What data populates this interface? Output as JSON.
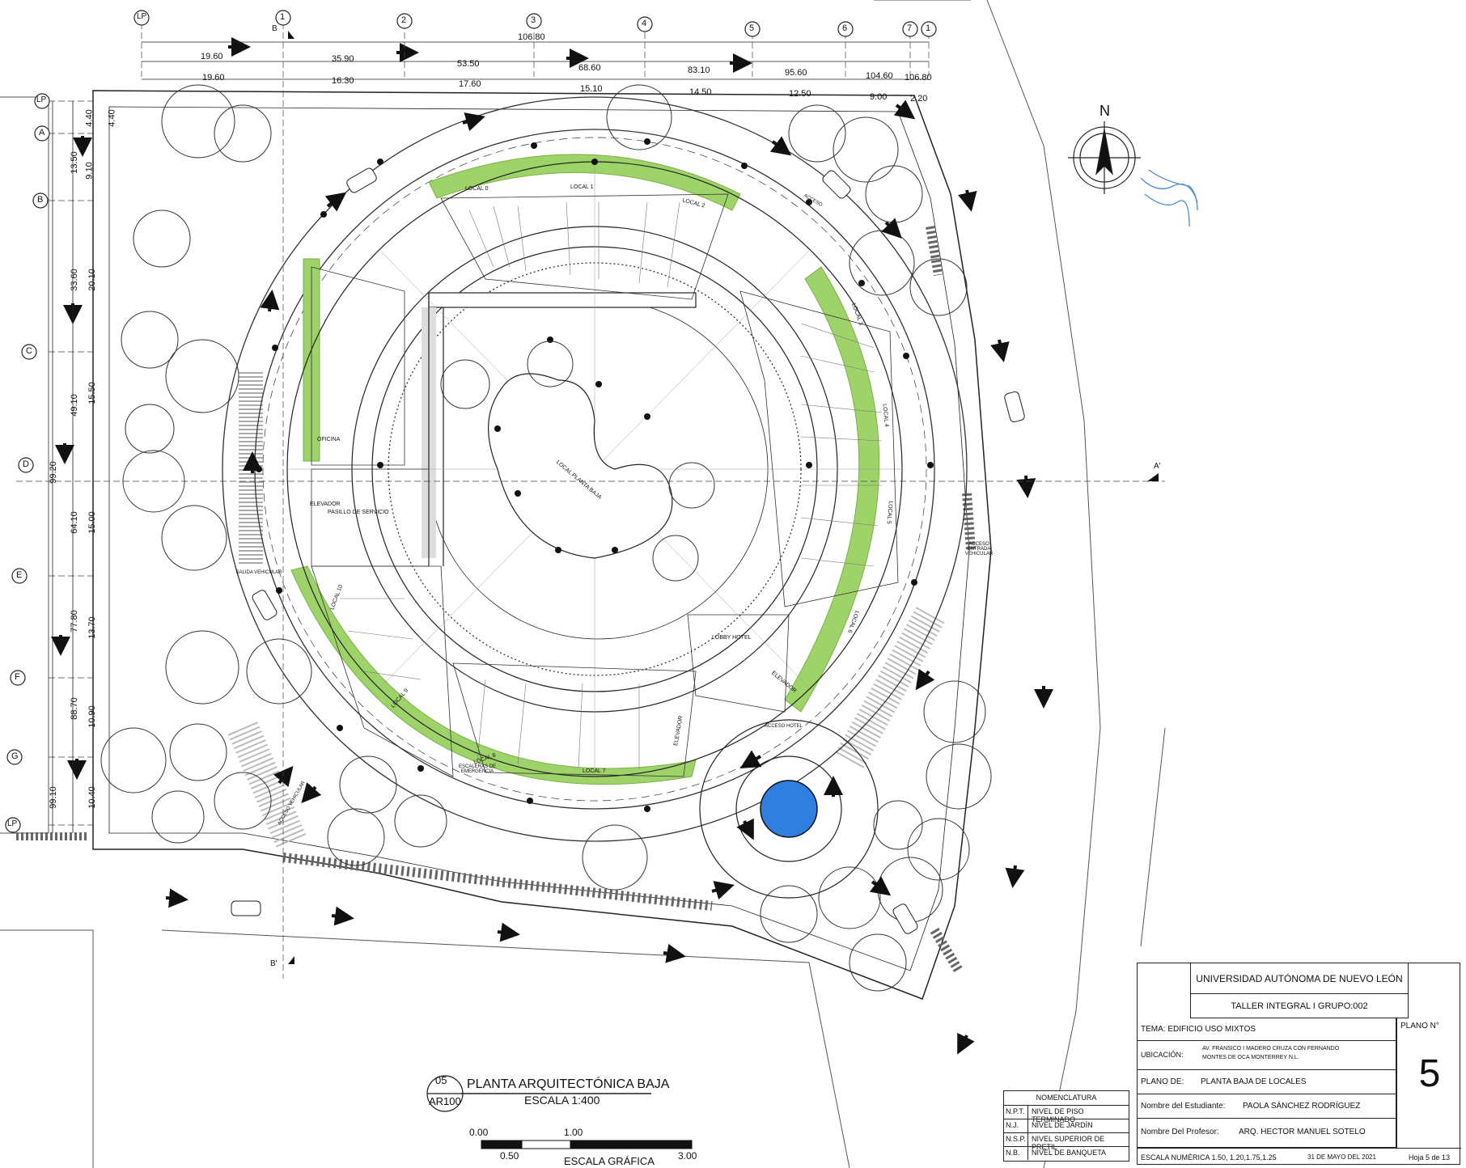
{
  "grid_columns": [
    "LP",
    "1",
    "2",
    "3",
    "4",
    "5",
    "6",
    "7",
    "1"
  ],
  "grid_rows": [
    "LP",
    "A",
    "B",
    "C",
    "D",
    "E",
    "F",
    "G",
    "LP"
  ],
  "dims_top_row1": [
    "19.60",
    "35.90",
    "53.50",
    "68.60",
    "83.10",
    "95.60",
    "104.60",
    "106.80"
  ],
  "dims_top_total": "106.80",
  "dims_top_row2": [
    "19.60",
    "16.30",
    "17.60",
    "15.10",
    "14.50",
    "12.50",
    "9.00",
    "2.20"
  ],
  "dims_left_outer": [
    "99.20",
    "99.10"
  ],
  "dims_left_mid": [
    "13.50",
    "33.60",
    "49.10",
    "64.10",
    "77.80",
    "88.70"
  ],
  "dims_left_inner": [
    "4.40",
    "9.10",
    "20.10",
    "15.50",
    "15.00",
    "13.70",
    "10.90",
    "10.40"
  ],
  "dims_left_top": "4.40",
  "section_marks": {
    "a": "A'",
    "b_top": "B",
    "b_bottom": "B'"
  },
  "rooms": {
    "local0": "LOCAL 0",
    "local1": "LOCAL 1",
    "local2": "LOCAL 2",
    "local3": "LOCAL 3",
    "local4": "LOCAL 4",
    "local5": "LOCAL 5",
    "local6": "LOCAL 6",
    "local7": "LOCAL 7",
    "local8": "LOCAL 8",
    "local9": "LOCAL 9",
    "local10": "LOCAL 10",
    "local_pb": "LOCAL PLANTA BAJA",
    "oficina": "OFICINA",
    "elevador": "ELEVADOR",
    "pasillo": "PASILLO DE SERVICIO",
    "lobby": "LOBBY HOTEL",
    "elevador2": "ELEVADOR",
    "elevador3": "ELEVADOR",
    "acceso": "ACCESO",
    "salida": "SALIDA VEHICULAR",
    "entrada": "ACCESO ENTRADA VEHICULAR",
    "acceso_veh": "ACCESO VEHICULAR",
    "acceso_hotel": "ACCESO HOTEL",
    "escaleras": "ESCALERAS DE EMERGENCIA"
  },
  "north": "N",
  "drawing": {
    "number": "05",
    "sheet": "AR100",
    "title": "PLANTA ARQUITECTÓNICA BAJA",
    "scale": "ESCALA 1:400"
  },
  "scale_bar": {
    "t0": "0.00",
    "t1": "1.00",
    "t2": "0.50",
    "t3": "3.00",
    "caption": "ESCALA GRÁFICA"
  },
  "nomenclatura": {
    "title": "NOMENCLATURA",
    "rows": [
      {
        "abbr": "N.P.T.",
        "desc": "NIVEL DE PISO TERMINADO"
      },
      {
        "abbr": "N.J.",
        "desc": "NIVEL DE JARDÍN"
      },
      {
        "abbr": "N.S.P.",
        "desc": "NIVEL SUPERIOR DE PRETIL"
      },
      {
        "abbr": "N.B.",
        "desc": "NIVEL DE BANQUETA"
      }
    ]
  },
  "titleblock": {
    "university": "UNIVERSIDAD AUTÓNOMA DE NUEVO LEÓN",
    "course": "TALLER INTEGRAL I   GRUPO:002",
    "tema": "TEMA: EDIFICIO USO MIXTOS",
    "plano_label": "PLANO N°",
    "plano_num": "5",
    "ubicacion_label": "UBICACIÓN:",
    "ubicacion_1": "AV. FRANSICO I MADERO  CRUZA CON FERNANDO",
    "ubicacion_2": "MONTES DE OCA  MONTERREY N.L.",
    "plano_de_label": "PLANO DE:",
    "plano_de": "PLANTA BAJA DE LOCALES",
    "estudiante_label": "Nombre del Estudiante:",
    "estudiante": "PAOLA SÁNCHEZ RODRÍGUEZ",
    "profesor_label": "Nombre Del Profesor:",
    "profesor": "ARQ. HECTOR MANUEL SOTELO",
    "escala": "ESCALA NUMÉRICA 1.50, 1.20,1.75,1.25",
    "fecha": "31 DE MAYO DEL 2021",
    "hoja": "Hoja  5  de 13"
  },
  "colors": {
    "green": "#9ed36a",
    "pond": "#2f7fe0",
    "line": "#222222",
    "tree": "#333333"
  }
}
